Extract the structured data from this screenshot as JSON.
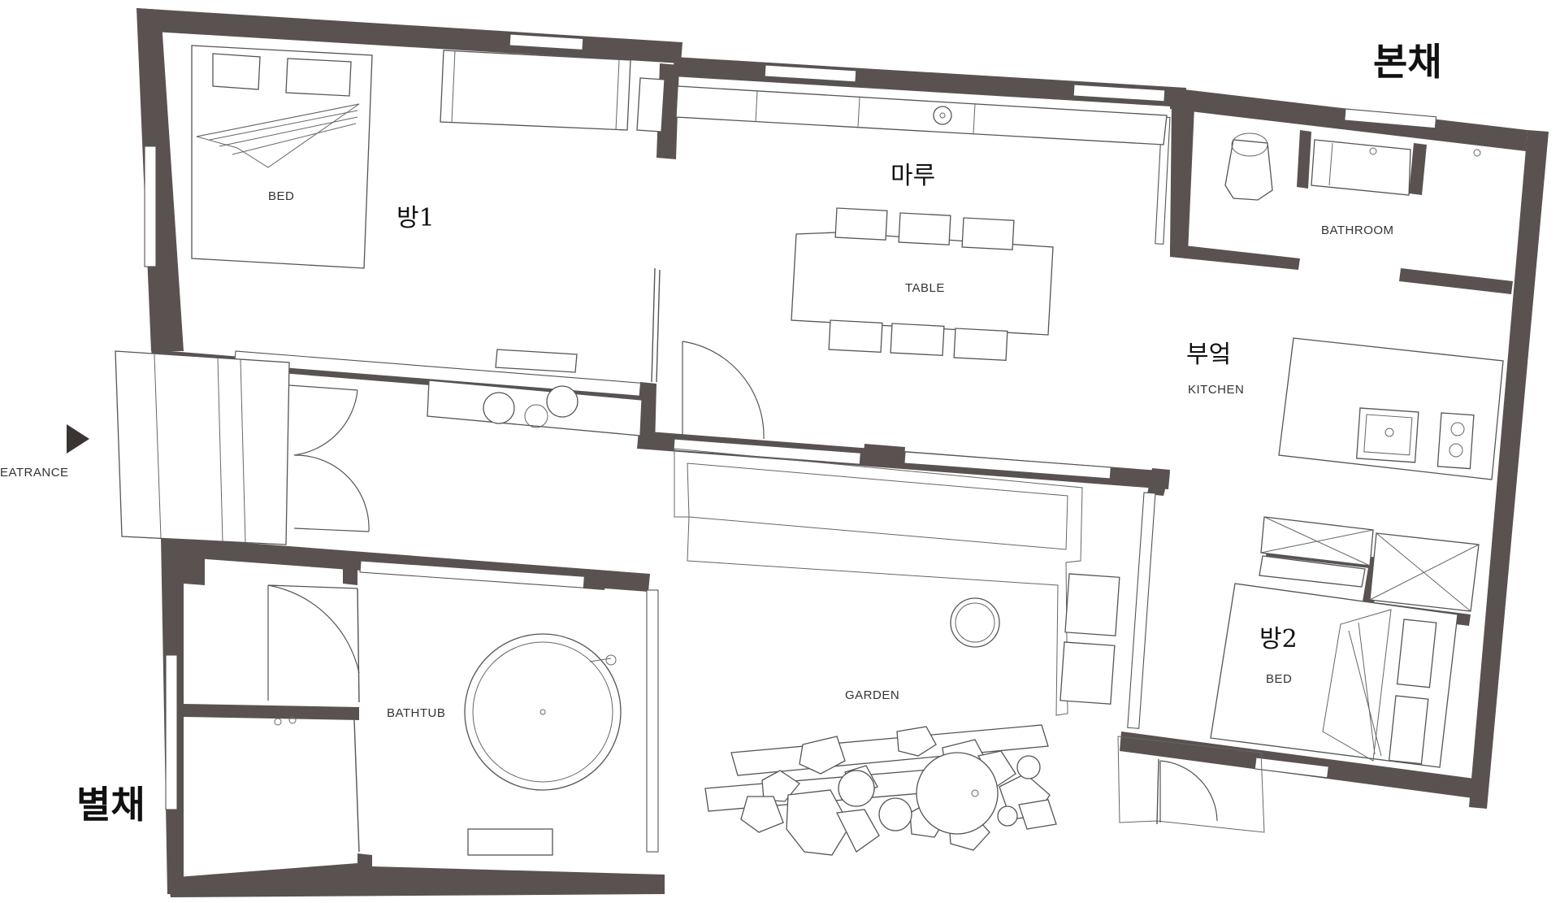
{
  "labels": {
    "main_building": "본채",
    "annex": "별채",
    "room1": "방1",
    "room2": "방2",
    "maru": "마루",
    "kitchen_kr": "부엌",
    "kitchen_en": "KITCHEN",
    "bathroom": "BATHROOM",
    "table": "TABLE",
    "bed1": "BED",
    "bed2": "BED",
    "bathtub": "BATHTUB",
    "garden": "GARDEN",
    "entrance": "EATRANCE"
  },
  "colors": {
    "wall": "#5a5250",
    "line": "#555555",
    "background": "#ffffff",
    "text": "#111111"
  }
}
